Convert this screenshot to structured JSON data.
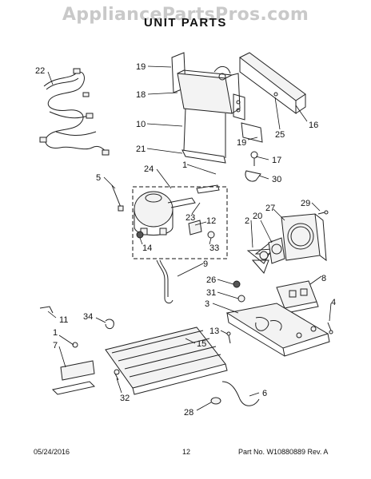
{
  "watermark": "AppliancePartsPros.com",
  "title": "UNIT  PARTS",
  "callouts": {
    "c1": "1",
    "c2": "2",
    "c3": "3",
    "c4": "4",
    "c5": "5",
    "c6": "6",
    "c7": "7",
    "c8": "8",
    "c9": "9",
    "c10": "10",
    "c11": "11",
    "c12": "12",
    "c13": "13",
    "c14": "14",
    "c15": "15",
    "c16": "16",
    "c17": "17",
    "c18": "18",
    "c19": "19",
    "c19b": "19",
    "c20": "20",
    "c21": "21",
    "c22": "22",
    "c23": "23",
    "c24": "24",
    "c25": "25",
    "c26": "26",
    "c27": "27",
    "c28": "28",
    "c29": "29",
    "c30": "30",
    "c31": "31",
    "c32": "32",
    "c33": "33",
    "c34": "34",
    "c1b": "1"
  },
  "footer": {
    "date": "05/24/2016",
    "page": "12",
    "part_no": "Part No. W10880889  Rev. A"
  }
}
